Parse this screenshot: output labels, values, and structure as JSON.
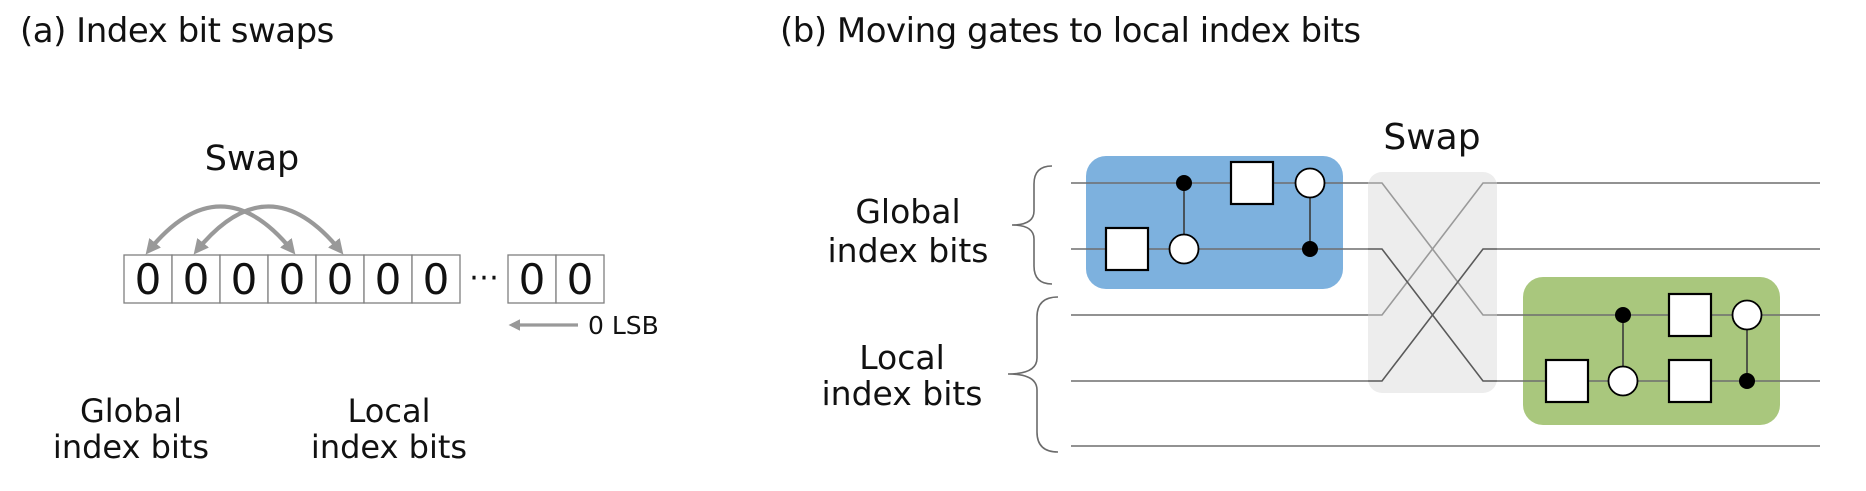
{
  "panel_a": {
    "title": "(a) Index bit swaps",
    "swap_label": "Swap",
    "cells": [
      "0",
      "0",
      "0",
      "0",
      "0",
      "0",
      "0",
      "0",
      "0"
    ],
    "shaded_cell_count": 2,
    "ellipsis": "⋯",
    "lsb_label": "0 LSB",
    "global_label_line1": "Global",
    "global_label_line2": "index bits",
    "local_label_line1": "Local",
    "local_label_line2": "index bits",
    "swap_arrow_pairs": [
      [
        0,
        3
      ],
      [
        1,
        4
      ]
    ]
  },
  "panel_b": {
    "title": "(b) Moving gates to local index bits",
    "swap_label": "Swap",
    "global_label_line1": "Global",
    "global_label_line2": "index bits",
    "local_label_line1": "Local",
    "local_label_line2": "index bits",
    "global_wire_count": 2,
    "local_wire_count": 3
  },
  "colors": {
    "global_block_blue": "#7db1de",
    "local_block_green": "#a9c77d",
    "swap_block_gray": "#ededed",
    "shaded_cell_gray": "#d6d6d6",
    "arrow_gray": "#999999",
    "wire_gray": "#6e6e6e"
  }
}
